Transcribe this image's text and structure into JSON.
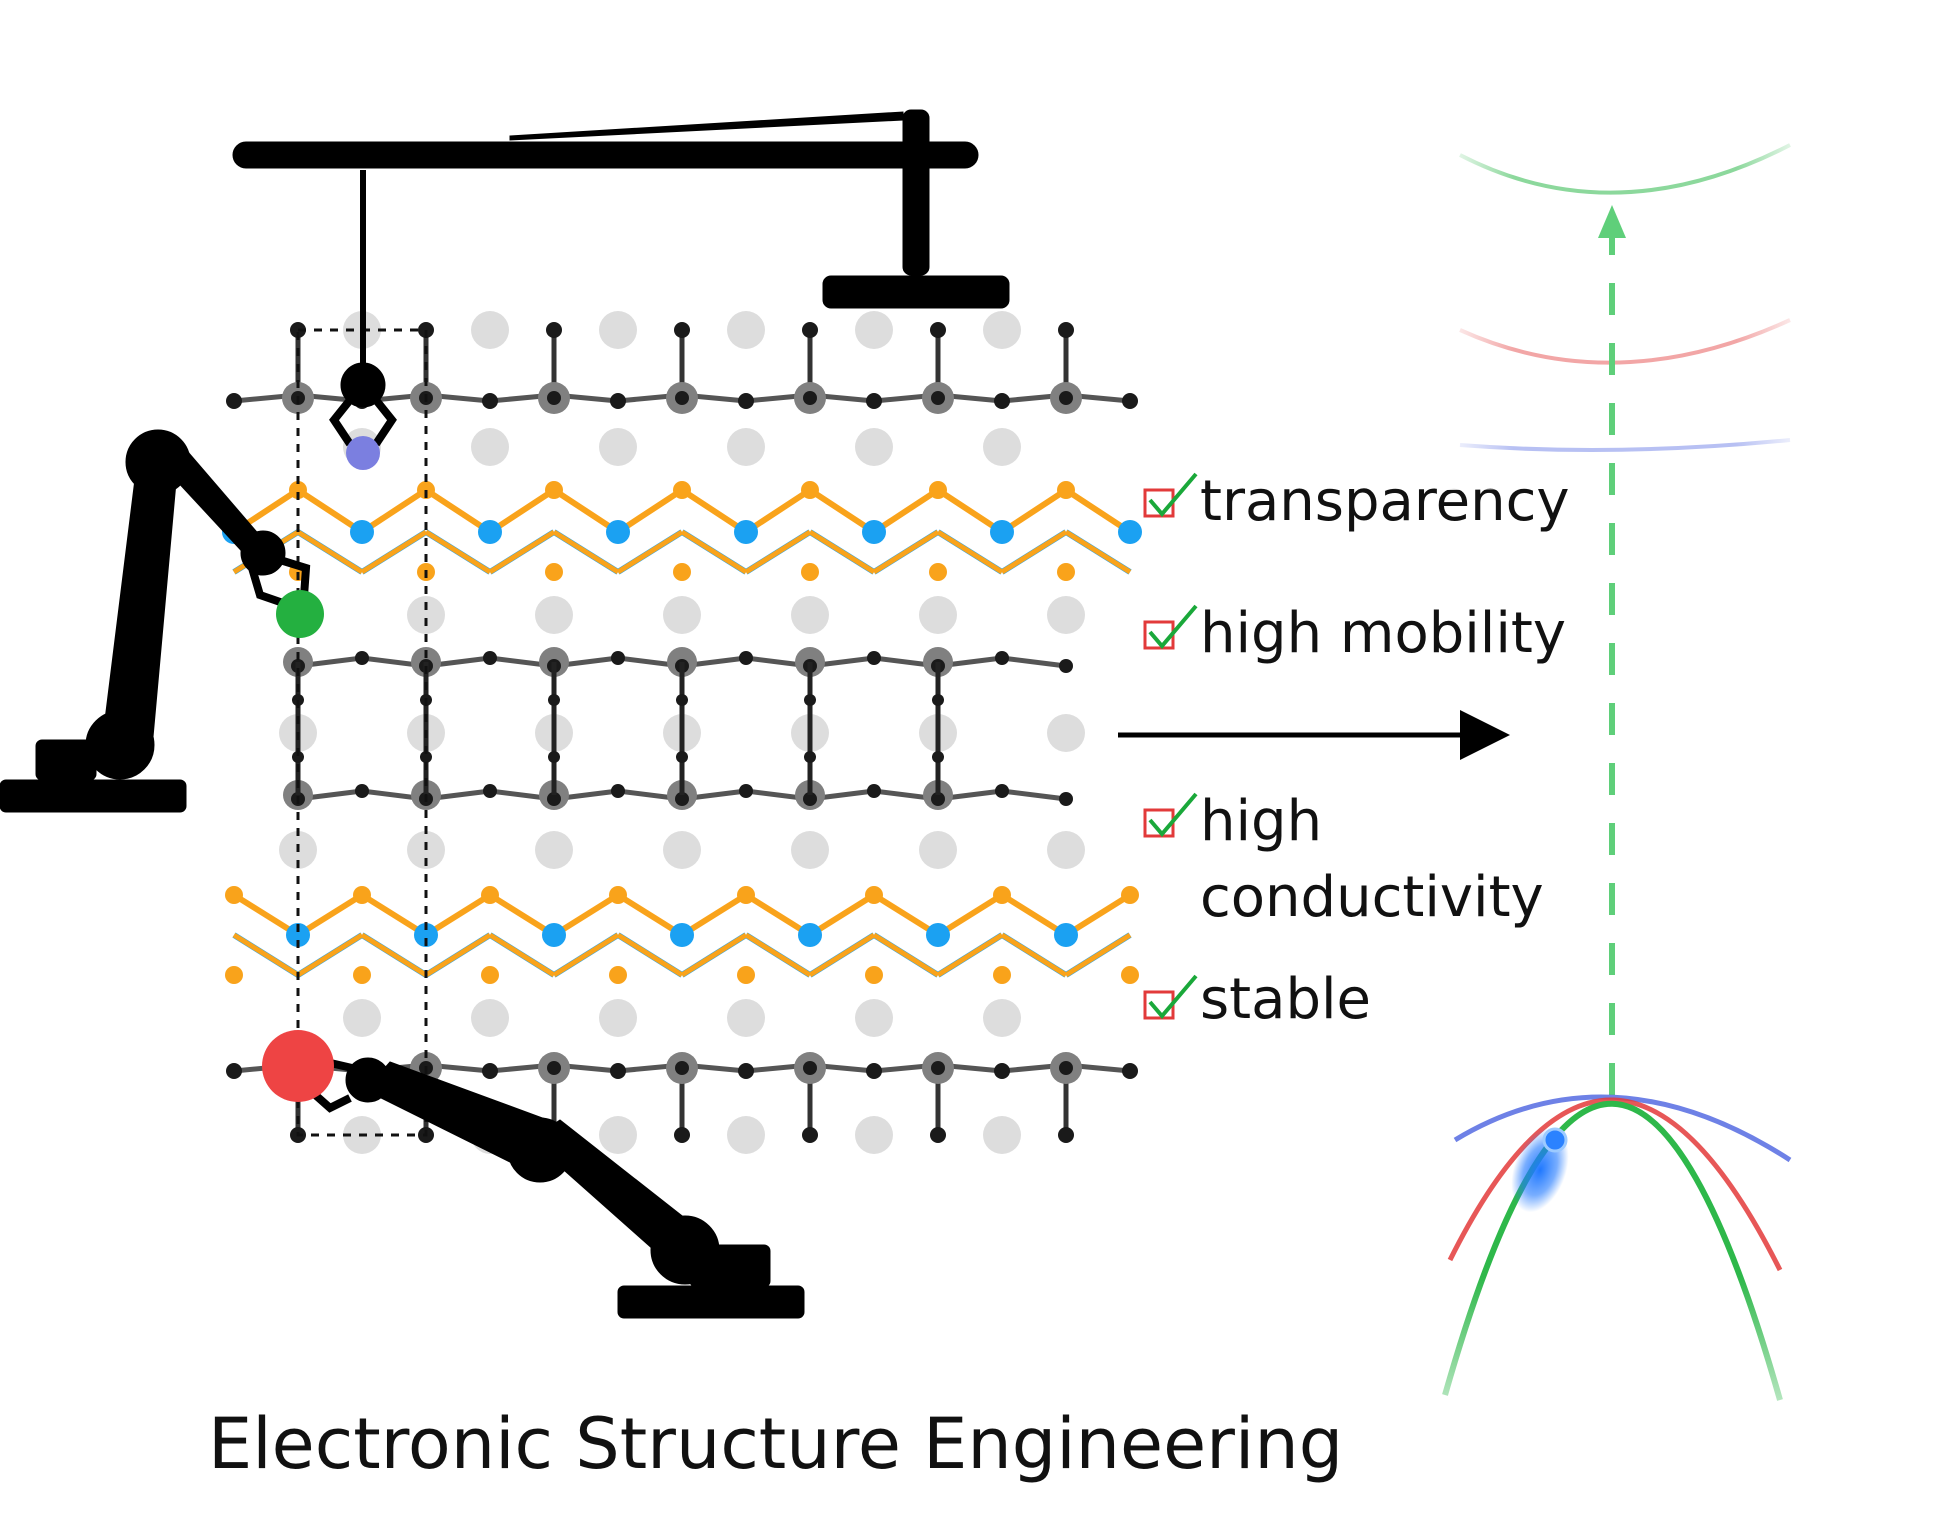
{
  "title": "Electronic Structure Engineering",
  "properties": [
    {
      "lines": [
        "transparency"
      ]
    },
    {
      "lines": [
        "high mobility"
      ]
    },
    {
      "lines": [
        "high",
        "conductivity"
      ]
    },
    {
      "lines": [
        "stable"
      ]
    }
  ],
  "colors": {
    "robot": "#000000",
    "black_atom": "#1a1a1a",
    "gray_atom": "#808080",
    "light_atom": "#dddddd",
    "orange_atom": "#f9a31b",
    "blue_atom": "#1ba1f2",
    "purple_atom": "#7b7fe0",
    "green_atom": "#24b040",
    "red_atom": "#ee4444",
    "check_green": "#1aa83a",
    "check_box_red": "#e23a3a",
    "band_green": "#2eb84a",
    "band_red": "#e33a3a",
    "band_blue": "#4a62e0",
    "hole_blue": "#1f78ff"
  },
  "icons": [
    "robot-arm-icon",
    "checkbox-check-icon",
    "arrow-right-icon"
  ]
}
